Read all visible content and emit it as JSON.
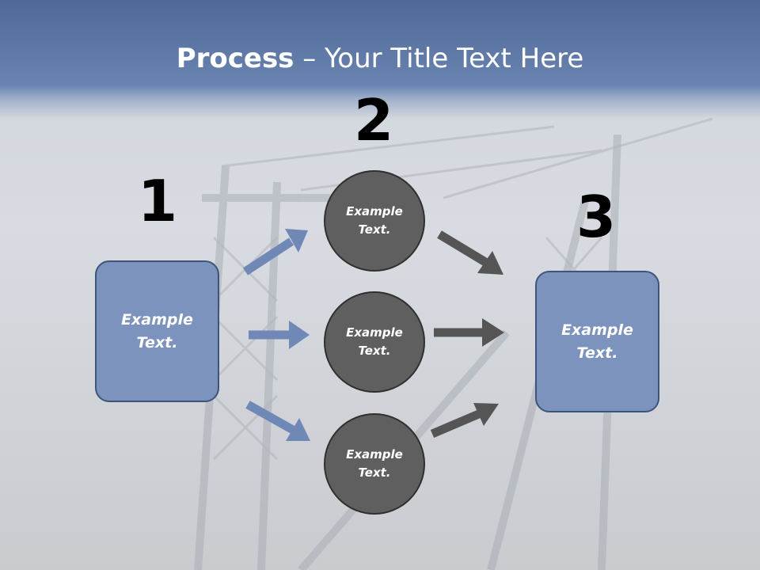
{
  "title": {
    "bold": "Process",
    "rest": " – Your Title Text Here"
  },
  "steps": [
    {
      "number": "1"
    },
    {
      "number": "2"
    },
    {
      "number": "3"
    }
  ],
  "source_box": {
    "text": "Example\nText."
  },
  "middle_nodes": [
    {
      "text": "Example\nText."
    },
    {
      "text": "Example\nText."
    },
    {
      "text": "Example\nText."
    }
  ],
  "target_box": {
    "text": "Example\nText."
  },
  "colors": {
    "header": "#5b74a3",
    "box_fill": "#7b93bd",
    "box_border": "#3e5478",
    "circle_fill": "#5f5f5f",
    "blue_arrow": "#6f88b6",
    "gray_arrow": "#555555"
  }
}
